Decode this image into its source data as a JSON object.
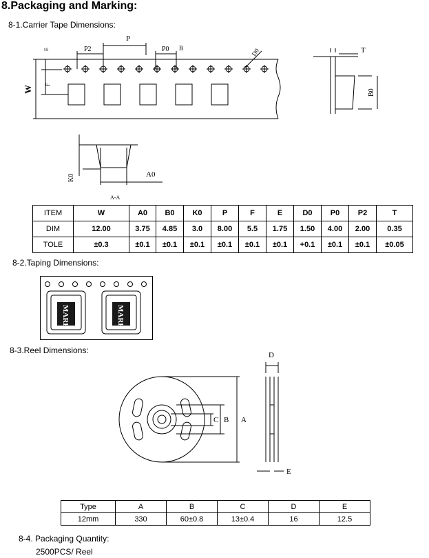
{
  "title": "8.Packaging and Marking:",
  "sections": {
    "tape": "8-1.Carrier Tape Dimensions:",
    "taping": "8-2.Taping Dimensions:",
    "reel": "8-3.Reel Dimensions:",
    "quantity": "8-4. Packaging Quantity:",
    "quantity_value": "2500PCS/ Reel"
  },
  "tape_labels": {
    "P": "P",
    "P2": "P2",
    "P0": "P0",
    "B": "B",
    "D0": "D0",
    "E": "E",
    "W": "W",
    "F": "F",
    "T": "T",
    "B0": "B0",
    "K0": "K0",
    "A0": "A0",
    "AA": "A-A"
  },
  "spec_table": {
    "headers": [
      "ITEM",
      "W",
      "A0",
      "B0",
      "K0",
      "P",
      "F",
      "E",
      "D0",
      "P0",
      "P2",
      "T"
    ],
    "dim": [
      "DIM",
      "12.00",
      "3.75",
      "4.85",
      "3.0",
      "8.00",
      "5.5",
      "1.75",
      "1.50",
      "4.00",
      "2.00",
      "0.35"
    ],
    "tole": [
      "TOLE",
      "±0.3",
      "±0.1",
      "±0.1",
      "±0.1",
      "±0.1",
      "±0.1",
      "±0.1",
      "+0.1",
      "±0.1",
      "±0.1",
      "±0.05"
    ]
  },
  "mark_text": "MARK",
  "reel_labels": {
    "A": "A",
    "B": "B",
    "C": "C",
    "D": "D",
    "E": "E"
  },
  "reel_table": {
    "headers": [
      "Type",
      "A",
      "B",
      "C",
      "D",
      "E"
    ],
    "values": [
      "12mm",
      "330",
      "60±0.8",
      "13±0.4",
      "16",
      "12.5"
    ]
  }
}
